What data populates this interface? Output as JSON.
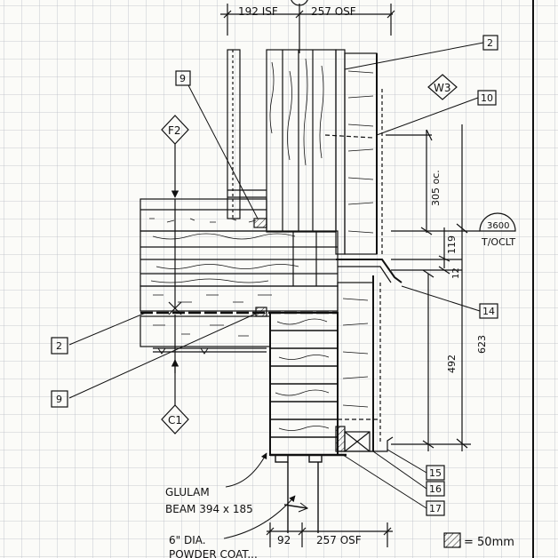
{
  "dimensions": {
    "top_left": "192 ISF",
    "top_right": "257 OSF",
    "bottom_left": "92",
    "bottom_right": "257 OSF",
    "spacing": "305 oc.",
    "right_small_1": "119",
    "right_small_2": "12",
    "right_mid": "492",
    "right_total": "623"
  },
  "level_marker": {
    "value": "3600",
    "label": "T/OCLT"
  },
  "grid_markers": {
    "upper": "F2",
    "lower": "C1",
    "wall": "W3"
  },
  "callouts": {
    "c2_top": "2",
    "c9_top": "9",
    "c10": "10",
    "c14": "14",
    "c2_left": "2",
    "c9_left": "9",
    "c15": "15",
    "c16": "16",
    "c17": "17"
  },
  "annotations": {
    "beam_line1": "GLULAM",
    "beam_line2": "BEAM 394 x 185",
    "column_line1": "6\" DIA.",
    "column_line2": "POWDER COAT..."
  },
  "legend": {
    "text": "= 50mm"
  },
  "colors": {
    "ink": "#111111",
    "grid": "#b9bcc4",
    "paper": "#fbfbf8"
  }
}
